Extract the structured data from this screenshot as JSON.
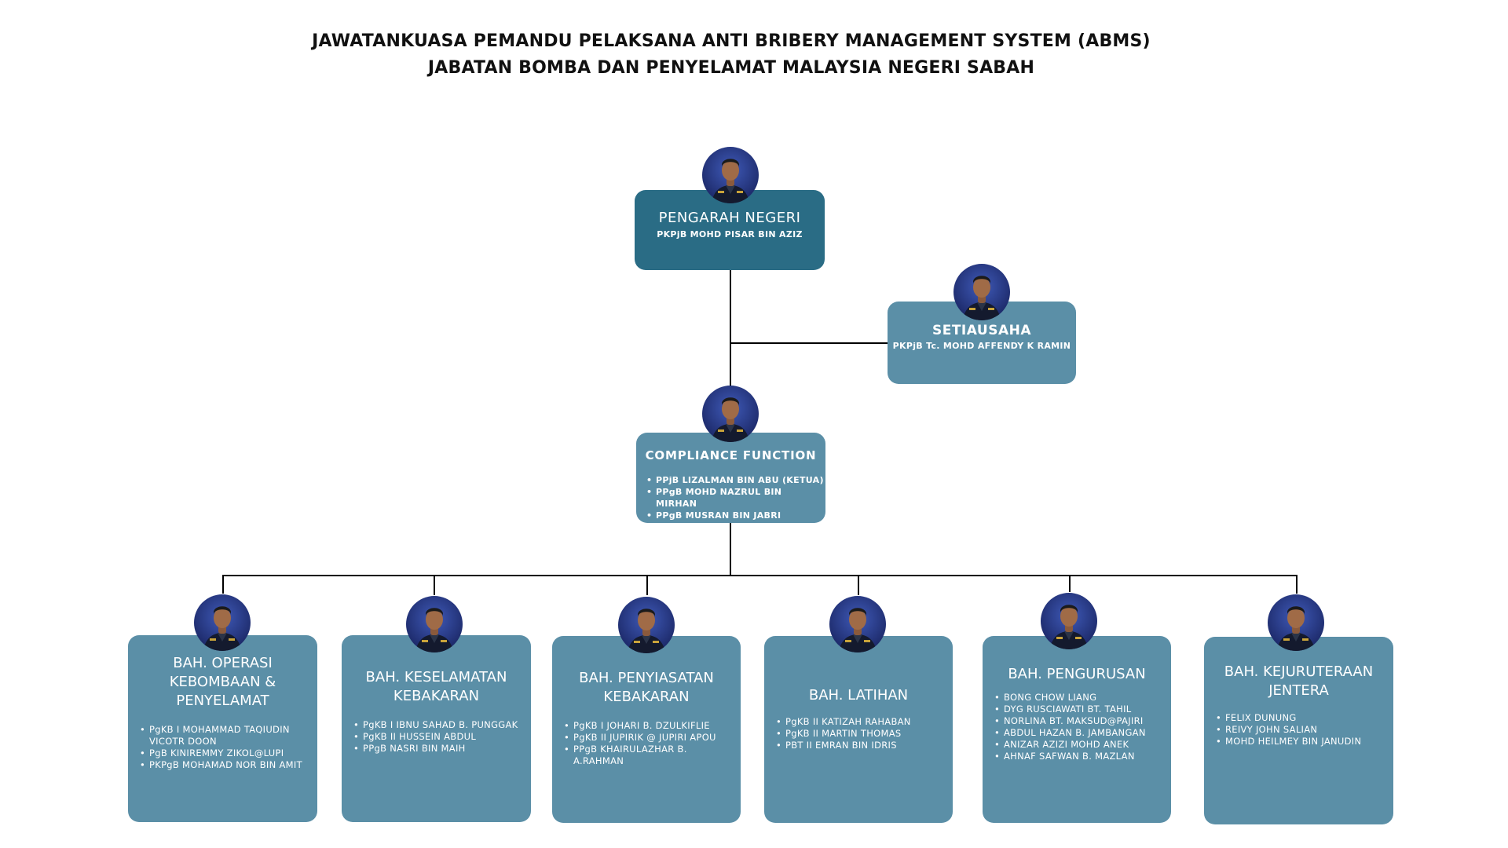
{
  "title": {
    "line1": "JAWATANKUASA PEMANDU PELAKSANA ANTI BRIBERY MANAGEMENT SYSTEM (ABMS)",
    "line2": "JABATAN BOMBA DAN PENYELAMAT MALAYSIA NEGERI SABAH"
  },
  "director": {
    "role": "PENGARAH NEGERI",
    "name": "PKPjB MOHD PISAR BIN AZIZ"
  },
  "secretary": {
    "role": "SETIAUSAHA",
    "name": "PKPjB Tc. MOHD AFFENDY K RAMIN"
  },
  "compliance": {
    "role": "COMPLIANCE FUNCTION",
    "members": [
      "PPjB LIZALMAN BIN ABU (KETUA)",
      "PPgB MOHD NAZRUL BIN MIRHAN",
      "PPgB MUSRAN BIN JABRI"
    ]
  },
  "divisions": [
    {
      "title": "BAH. OPERASI\nKEBOMBAAN &\nPENYELAMAT",
      "members": [
        "PgKB I MOHAMMAD TAQIUDIN VICOTR DOON",
        "PgB KINIREMMY ZIKOL@LUPI",
        "PKPgB MOHAMAD NOR BIN AMIT"
      ]
    },
    {
      "title": "BAH. KESELAMATAN\nKEBAKARAN",
      "members": [
        "PgKB I IBNU SAHAD B. PUNGGAK",
        "PgKB II HUSSEIN ABDUL",
        "PPgB NASRI BIN MAIH"
      ]
    },
    {
      "title": "BAH. PENYIASATAN\nKEBAKARAN",
      "members": [
        "PgKB I JOHARI  B. DZULKIFLIE",
        "PgKB II JUPIRIK @ JUPIRI APOU",
        "PPgB KHAIRULAZHAR B. A.RAHMAN"
      ]
    },
    {
      "title": "BAH. LATIHAN",
      "members": [
        "PgKB II KATIZAH RAHABAN",
        "PgKB II MARTIN THOMAS",
        "PBT II EMRAN BIN IDRIS"
      ]
    },
    {
      "title": "BAH. PENGURUSAN",
      "members": [
        "BONG CHOW LIANG",
        "DYG RUSCIAWATI BT. TAHIL",
        "NORLINA BT. MAKSUD@PAJIRI",
        "ABDUL HAZAN B. JAMBANGAN",
        "ANIZAR AZIZI MOHD ANEK",
        "AHNAF SAFWAN B. MAZLAN"
      ]
    },
    {
      "title": "BAH. KEJURUTERAAN\nJENTERA",
      "members": [
        "FELIX DUNUNG",
        "REIVY JOHN SALIAN",
        "MOHD HEILMEY BIN JANUDIN"
      ]
    }
  ],
  "colors": {
    "box": "#5b8fa7",
    "box_dark": "#2a6c85",
    "connector": "#000000"
  },
  "icons": [
    "officer-photo"
  ]
}
